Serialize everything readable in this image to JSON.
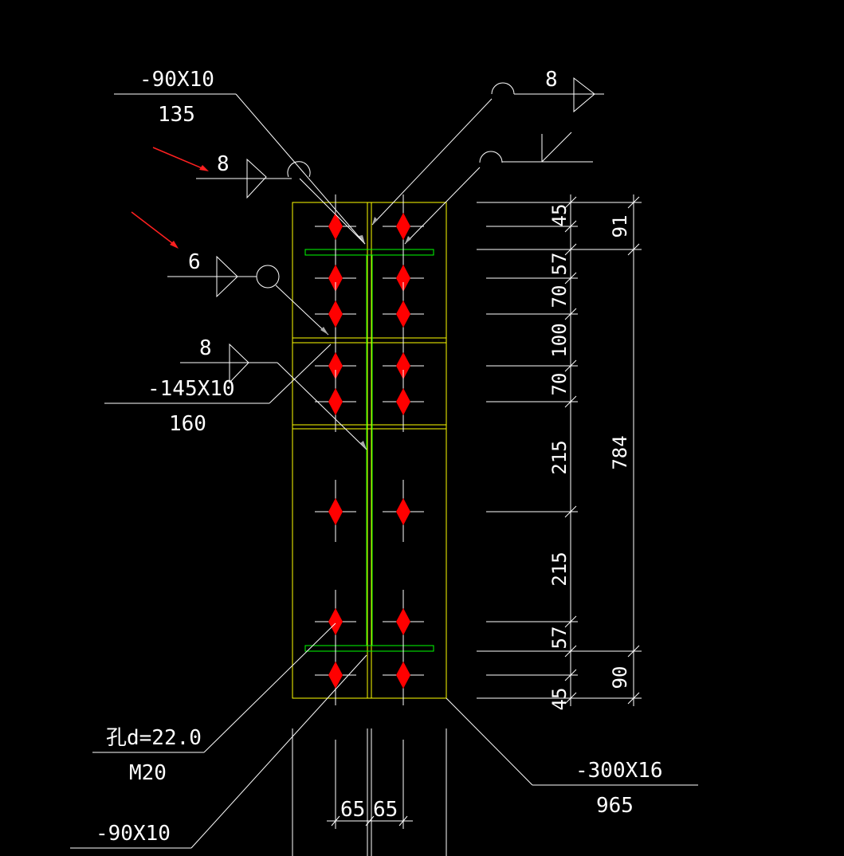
{
  "colors": {
    "background": "#000000",
    "line": "#ffffff",
    "plate": "#ffff00",
    "stiffener": "#00ff00",
    "bolt": "#ff0000",
    "arrow": "#ff0000"
  },
  "labels": {
    "top_left_plate_spec": "-90X10",
    "top_left_plate_len": "135",
    "top_right_weld": "8",
    "left_weld_1": "8",
    "left_weld_2": "6",
    "mid_weld": "8",
    "mid_plate_spec": "-145X10",
    "mid_plate_len": "160",
    "hole_spec": "孔d=22.0",
    "bolt_spec": "M20",
    "bottom_plate_spec": "-90X10",
    "main_plate_spec": "-300X16",
    "main_plate_len": "965",
    "bolt_gauge_left": "65",
    "bolt_gauge_right": "65"
  },
  "dims_inner": [
    "45",
    "57",
    "70",
    "100",
    "70",
    "215",
    "215",
    "57",
    "45"
  ],
  "dims_outer": [
    "91",
    "784",
    "90"
  ]
}
